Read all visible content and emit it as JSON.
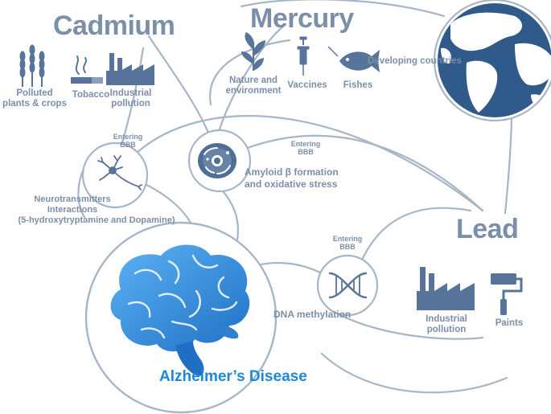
{
  "metals": {
    "cadmium": "Cadmium",
    "mercury": "Mercury",
    "lead": "Lead"
  },
  "cadmium_sources": {
    "polluted_plants": [
      "Polluted",
      "plants & crops"
    ],
    "tobacco": "Tobacco",
    "industrial": [
      "Industrial",
      "pollution"
    ]
  },
  "mercury_sources": {
    "nature": [
      "Nature and",
      "environment"
    ],
    "vaccines": "Vaccines",
    "fishes": "Fishes",
    "developing": "Developing countries"
  },
  "lead_sources": {
    "industrial": [
      "Industrial",
      "pollution"
    ],
    "paints": "Paints"
  },
  "mechanisms": {
    "neuro": [
      "Neurotransmitters",
      "Interactions",
      "(5-hydroxytryptamine  and Dopamine)"
    ],
    "amyloid": [
      "Amyloid β formation",
      "and oxidative stress"
    ],
    "dna": "DNA methylation"
  },
  "bbb_labels": {
    "cadmium": [
      "Entering",
      "BBB"
    ],
    "mercury": [
      "Entering",
      "BBB"
    ],
    "lead": [
      "Entering",
      "BBB"
    ]
  },
  "outcome": "Alzheimer’s Disease",
  "colors": {
    "line": "#a7b6c7",
    "text": "#7b8fa8",
    "icon": "#58749a",
    "brain": "#2a8fe0",
    "accent": "#1e88d8"
  },
  "icons": [
    "wheat-icon",
    "cigarette-icon",
    "factory-icon",
    "plant-icon",
    "syringe-icon",
    "fish-icon",
    "globe-icon",
    "neuron-icon",
    "cell-icon",
    "dna-icon",
    "brain-icon",
    "paint-roller-icon"
  ]
}
